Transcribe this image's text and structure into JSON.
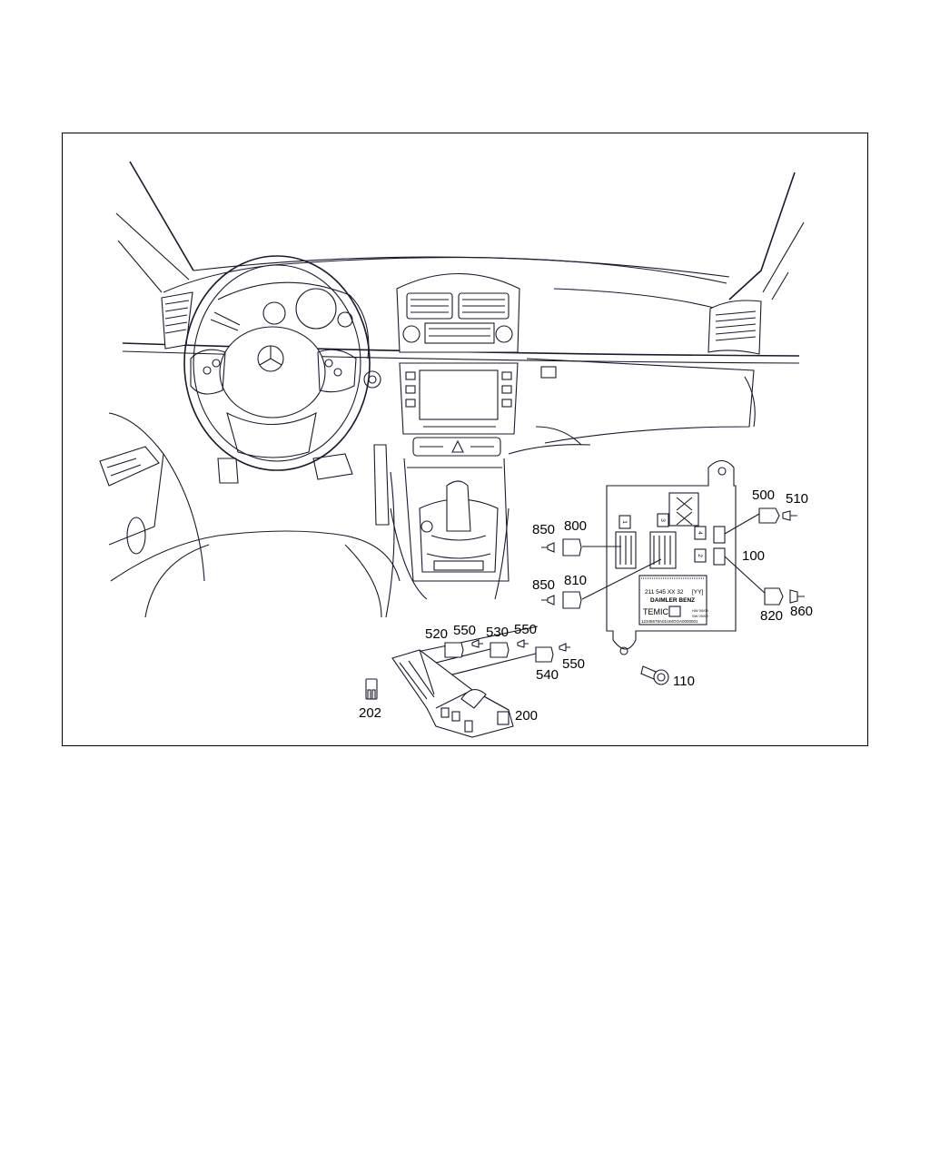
{
  "diagram": {
    "module_label": {
      "part_number": "211 545 XX 32",
      "part_suffix": "[YY]",
      "brand": "DAIMLER BENZ",
      "maker": "TEMIC",
      "barcode_text": "12345678A01UMOOA0000001",
      "small_codes": [
        "HW 00/00",
        "SW 00/00"
      ]
    },
    "module_slots": [
      "1",
      "3",
      "4",
      "2"
    ],
    "parts": [
      {
        "id": "500",
        "text": "500"
      },
      {
        "id": "510",
        "text": "510"
      },
      {
        "id": "100",
        "text": "100"
      },
      {
        "id": "850a",
        "text": "850"
      },
      {
        "id": "800",
        "text": "800"
      },
      {
        "id": "850b",
        "text": "850"
      },
      {
        "id": "810",
        "text": "810"
      },
      {
        "id": "820",
        "text": "820"
      },
      {
        "id": "860",
        "text": "860"
      },
      {
        "id": "520",
        "text": "520"
      },
      {
        "id": "550a",
        "text": "550"
      },
      {
        "id": "530",
        "text": "530"
      },
      {
        "id": "550b",
        "text": "550"
      },
      {
        "id": "540",
        "text": "540"
      },
      {
        "id": "550c",
        "text": "550"
      },
      {
        "id": "110",
        "text": "110"
      },
      {
        "id": "202",
        "text": "202"
      },
      {
        "id": "200",
        "text": "200"
      }
    ]
  }
}
